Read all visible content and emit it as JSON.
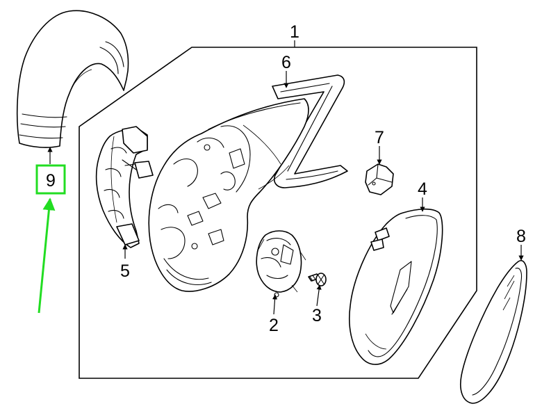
{
  "callouts": {
    "c1": "1",
    "c2": "2",
    "c3": "3",
    "c4": "4",
    "c5": "5",
    "c6": "6",
    "c7": "7",
    "c8": "8",
    "c9": "9"
  },
  "colors": {
    "line": "#000000",
    "background": "#ffffff",
    "highlight_box": "#22dd22",
    "pointer_arrow": "#22dd22"
  }
}
